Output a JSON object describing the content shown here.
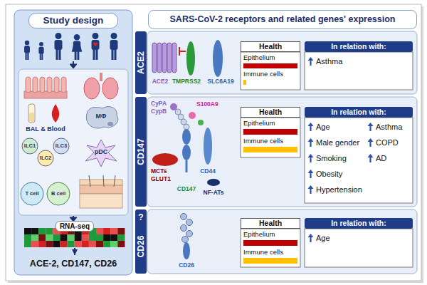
{
  "diagram": {
    "nodes": [
      {
        "text": [
          "Study design"
        ]
      },
      {
        "text": [
          "RNA-seq"
        ],
        "in": 0
      },
      {
        "text": [
          "ACE-2, CD147, CD26"
        ],
        "in": 0
      },
      {
        "text": [
          "SARS-CoV-2 receptors and related genes' expression"
        ]
      },
      {
        "text": [
          "ACE2"
        ]
      },
      {
        "text": [
          "Health"
        ],
        "in": 4
      },
      {
        "text": [
          "In relation with:"
        ],
        "in": 4
      },
      {
        "text": [
          "CD147"
        ]
      },
      {
        "text": [
          "Health"
        ],
        "in": 7
      },
      {
        "text": [
          "In relation with:"
        ],
        "in": 7
      },
      {
        "text": [
          "CD26",
          "?"
        ]
      },
      {
        "text": [
          "Health"
        ],
        "in": 10
      },
      {
        "text": [
          "In relation with:"
        ],
        "in": 10
      }
    ],
    "edges": [
      {
        "from": 1,
        "to": 2,
        "arrow": "to"
      }
    ],
    "labels": [
      "BAL & Blood",
      "MΦ",
      "ILC1",
      "ILC2",
      "ILC3",
      "pDC",
      "T cell",
      "B cell",
      "ACE2",
      "TMPRSS2",
      "SLC6A19",
      "CyPA",
      "CypB",
      "S100A9",
      "MCTs",
      "GLUT1",
      "CD147",
      "CD44",
      "NF-ATs",
      "CD26",
      "Epithelium",
      "Immune cells",
      "Epithelium",
      "Immune cells",
      "Epithelium",
      "Immune cells",
      "Asthma",
      "Age",
      "Male gender",
      "Smoking",
      "Obesity",
      "Hypertension",
      "Asthma",
      "COPD",
      "AD",
      "Age"
    ]
  }
}
